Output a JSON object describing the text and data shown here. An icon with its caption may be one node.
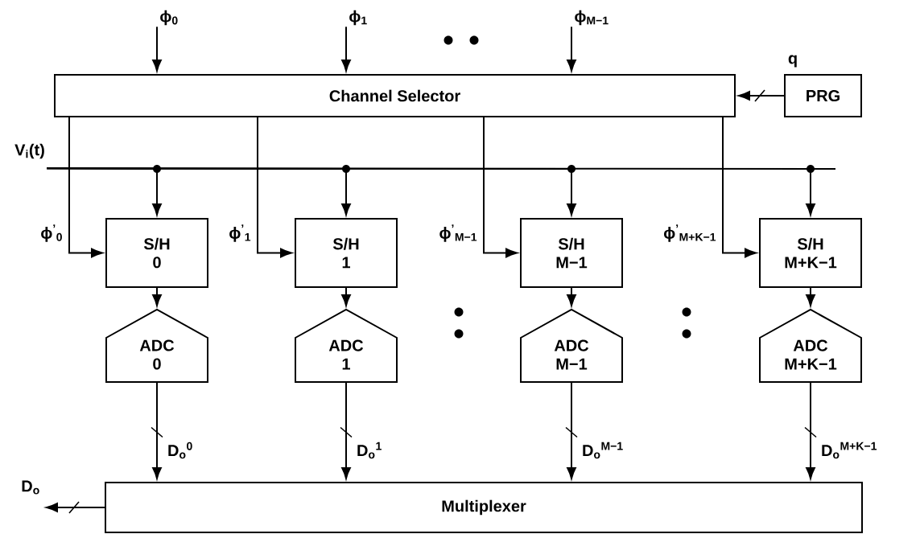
{
  "diagram": {
    "nodes": [
      {
        "text": [
          "ϕ$_{0}$"
        ]
      },
      {
        "text": [
          "ϕ$_{1}$"
        ]
      },
      {
        "text": [
          "ϕ$_{M−1}$"
        ]
      },
      {
        "text": [
          "Channel Selector"
        ]
      },
      {
        "text": [
          "PRG"
        ]
      },
      {
        "text": [
          "V$_{i}$(t)"
        ]
      },
      {
        "text": [
          "S/H 0"
        ]
      },
      {
        "text": [
          "S/H 1"
        ]
      },
      {
        "text": [
          "S/H M−1"
        ]
      },
      {
        "text": [
          "S/H M+K−1"
        ]
      },
      {
        "text": [
          "ADC 0"
        ]
      },
      {
        "text": [
          "ADC 1"
        ]
      },
      {
        "text": [
          "ADC M−1"
        ]
      },
      {
        "text": [
          "ADC M+K−1"
        ]
      },
      {
        "text": [
          "Multiplexer"
        ]
      }
    ],
    "edges": [
      {
        "from": 0,
        "to": 3,
        "arrow": "to"
      },
      {
        "from": 1,
        "to": 3,
        "arrow": "to"
      },
      {
        "from": 2,
        "to": 3,
        "arrow": "to"
      },
      {
        "from": 4,
        "to": 3,
        "arrow": "to",
        "label": "q"
      },
      {
        "from": 3,
        "to": 6,
        "arrow": "to",
        "label": "ϕ$^{’}$$_{0}$"
      },
      {
        "from": 3,
        "to": 7,
        "arrow": "to",
        "label": "ϕ$^{’}$$_{1}$"
      },
      {
        "from": 3,
        "to": 8,
        "arrow": "to",
        "label": "ϕ$^{’}$$_{M−1}$"
      },
      {
        "from": 3,
        "to": 9,
        "arrow": "to",
        "label": "ϕ$^{’}$$_{M+K−1}$"
      },
      {
        "from": 5,
        "to": 6,
        "arrow": "to"
      },
      {
        "from": 5,
        "to": 7,
        "arrow": "to"
      },
      {
        "from": 5,
        "to": 8,
        "arrow": "to"
      },
      {
        "from": 5,
        "to": 9,
        "arrow": "to"
      },
      {
        "from": 6,
        "to": 10,
        "arrow": "to"
      },
      {
        "from": 7,
        "to": 11,
        "arrow": "to"
      },
      {
        "from": 8,
        "to": 12,
        "arrow": "to"
      },
      {
        "from": 9,
        "to": 13,
        "arrow": "to"
      },
      {
        "from": 10,
        "to": 14,
        "arrow": "to",
        "label": "D$_{o}$$^{0}$"
      },
      {
        "from": 11,
        "to": 14,
        "arrow": "to",
        "label": "D$_{o}$$^{1}$"
      },
      {
        "from": 12,
        "to": 14,
        "arrow": "to",
        "label": "D$_{o}$$^{M−1}$"
      },
      {
        "from": 13,
        "to": 14,
        "arrow": "to",
        "label": "D$_{o}$$^{M+K−1}$"
      },
      {
        "from": 14,
        "to": null,
        "arrow": "to",
        "label": "D$_{o}$"
      }
    ]
  }
}
